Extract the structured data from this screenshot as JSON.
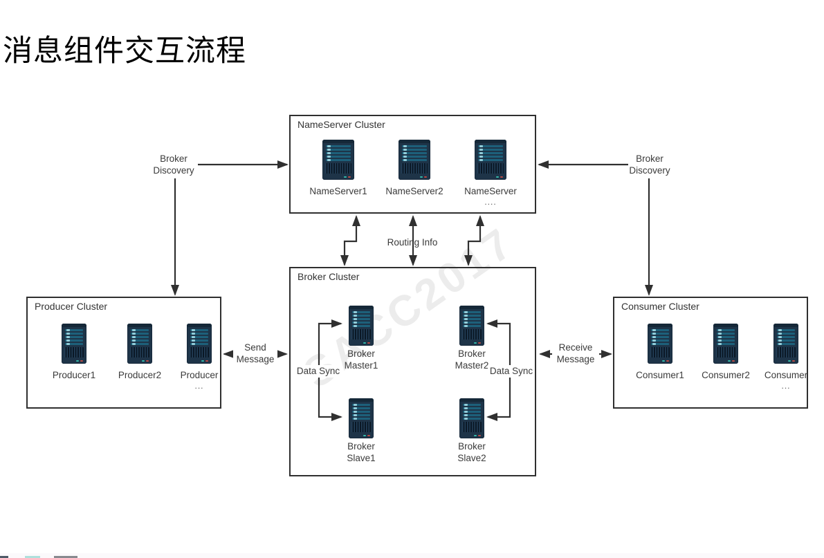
{
  "title": "消息组件交互流程",
  "watermark": "SACC2017",
  "clusters": {
    "nameserver": {
      "label": "NameServer Cluster",
      "nodes": [
        {
          "label": "NameServer1"
        },
        {
          "label": "NameServer2"
        },
        {
          "label": "NameServer",
          "more": "...."
        }
      ]
    },
    "producer": {
      "label": "Producer Cluster",
      "nodes": [
        {
          "label": "Producer1"
        },
        {
          "label": "Producer2"
        },
        {
          "label": "Producer",
          "more": "..."
        }
      ]
    },
    "consumer": {
      "label": "Consumer Cluster",
      "nodes": [
        {
          "label": "Consumer1"
        },
        {
          "label": "Consumer2"
        },
        {
          "label": "Consumer",
          "more": "..."
        }
      ]
    },
    "broker": {
      "label": "Broker Cluster",
      "nodes": [
        {
          "l1": "Broker",
          "l2": "Master1"
        },
        {
          "l1": "Broker",
          "l2": "Master2"
        },
        {
          "l1": "Broker",
          "l2": "Slave1"
        },
        {
          "l1": "Broker",
          "l2": "Slave2"
        }
      ]
    }
  },
  "edges": {
    "broker_discovery_left": {
      "l1": "Broker",
      "l2": "Discovery"
    },
    "broker_discovery_right": {
      "l1": "Broker",
      "l2": "Discovery"
    },
    "routing_info": {
      "label": "Routing Info"
    },
    "send_message": {
      "l1": "Send",
      "l2": "Message"
    },
    "receive_message": {
      "l1": "Receive",
      "l2": "Message"
    },
    "data_sync_left": {
      "label": "Data Sync"
    },
    "data_sync_right": {
      "label": "Data Sync"
    }
  },
  "icons": {
    "server": "server-rack-icon"
  },
  "colors": {
    "line": "#303030",
    "box_border": "#2f2f2f",
    "label_text": "#3a3a3a",
    "server_body": "#1e3448",
    "server_bar": "#1d607a",
    "led_green": "#35b9aa",
    "led_red": "#bb4a44",
    "watermark": "#ececec"
  }
}
